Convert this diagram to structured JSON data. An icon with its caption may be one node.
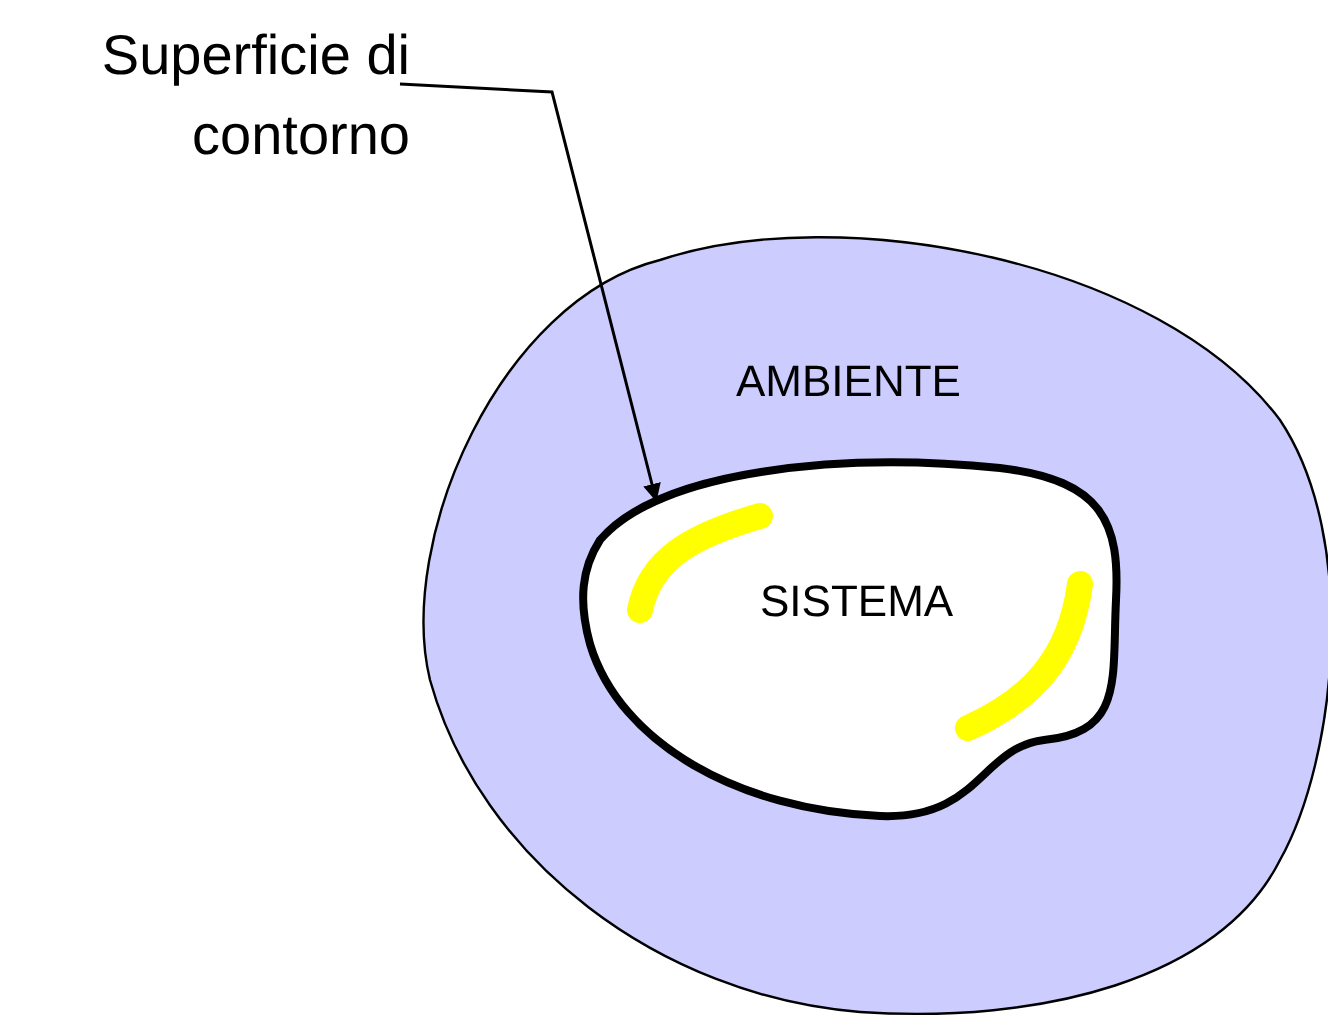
{
  "diagram": {
    "nodes": [
      {
        "text": [
          "Superficie di contorno"
        ]
      },
      {
        "text": [
          "AMBIENTE"
        ]
      },
      {
        "text": [
          "SISTEMA"
        ],
        "in": 1
      }
    ],
    "edges": [
      {
        "from": 0,
        "to": 2,
        "arrow": "to"
      }
    ]
  }
}
